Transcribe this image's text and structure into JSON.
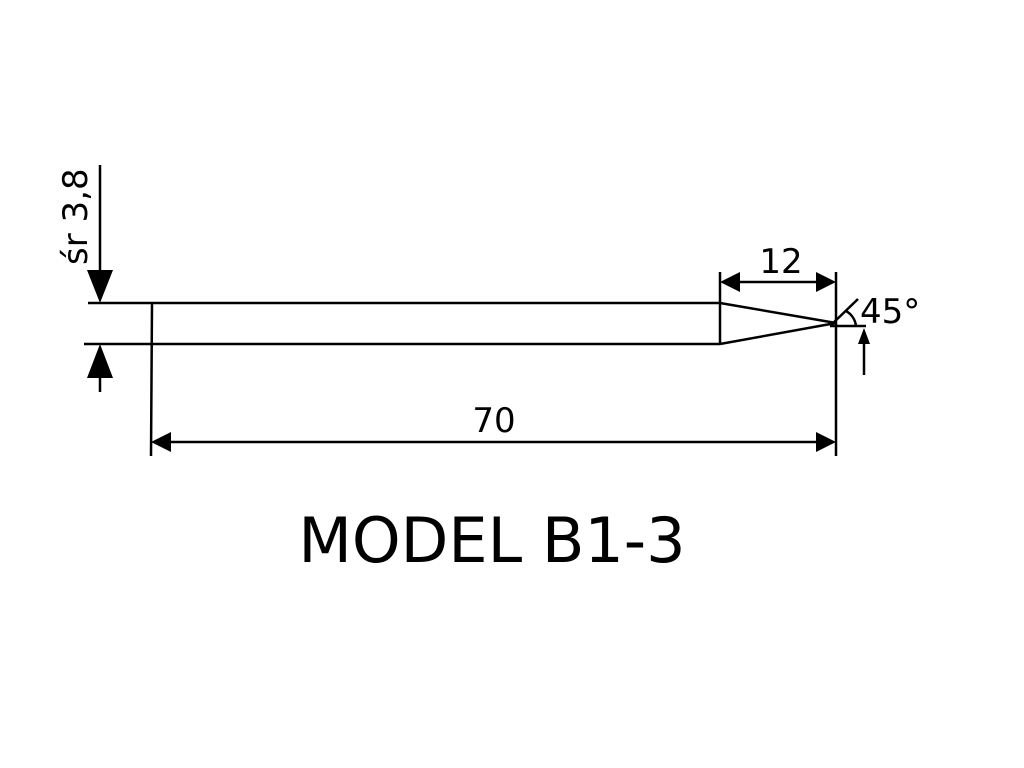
{
  "drawing": {
    "diameter_label": "śr 3,8",
    "tip_length_label": "12",
    "total_length_label": "70",
    "angle_label": "45°",
    "title": "MODEL B1-3"
  }
}
